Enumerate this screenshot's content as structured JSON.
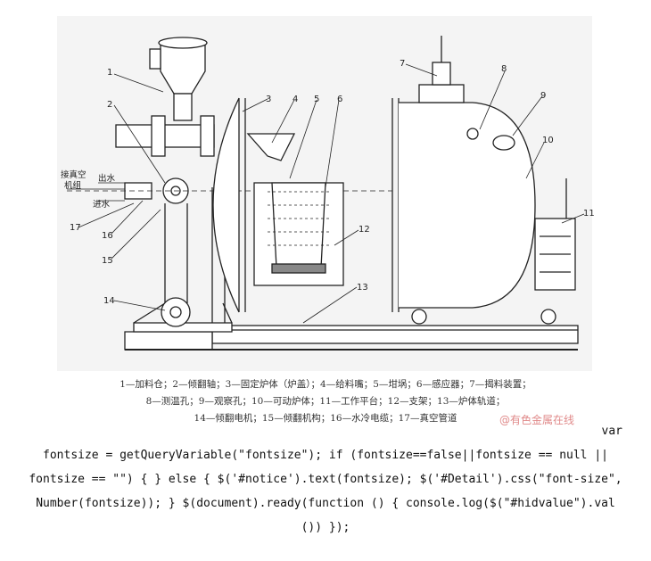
{
  "labels": {
    "n1": "1",
    "n2": "2",
    "n3": "3",
    "n4": "4",
    "n5": "5",
    "n6": "6",
    "n7": "7",
    "n8": "8",
    "n9": "9",
    "n10": "10",
    "n11": "11",
    "n12": "12",
    "n13": "13",
    "n14": "14",
    "n15": "15",
    "n16": "16",
    "n17": "17",
    "vacuum_line1": "接真空",
    "vacuum_line2": "机组",
    "water_out": "出水",
    "water_in": "进水"
  },
  "caption": {
    "line1": "1—加料仓；2—倾翻轴；3—固定炉体（炉盖）；4—给料嘴；5—坩埚；6—感应器；7—揭料装置；",
    "line2": "8—测温孔；9—观察孔；10—可动炉体；11—工作平台；12—支架；13—炉体轨道；",
    "line3": "14—倾翻电机；15—倾翻机构；16—水冷电缆；17—真空管道"
  },
  "watermark": "@有色金属在线",
  "code": {
    "line1": "var",
    "line2": "fontsize = getQueryVariable(\"fontsize\"); if (fontsize==false||fontsize == null ||",
    "line3": "fontsize == \"\") { } else { $('#notice').text(fontsize); $('#Detail').css(\"font-size\",",
    "line4": "Number(fontsize)); } $(document).ready(function () { console.log($(\"#hidvalue\").val",
    "line5": "()) });"
  }
}
